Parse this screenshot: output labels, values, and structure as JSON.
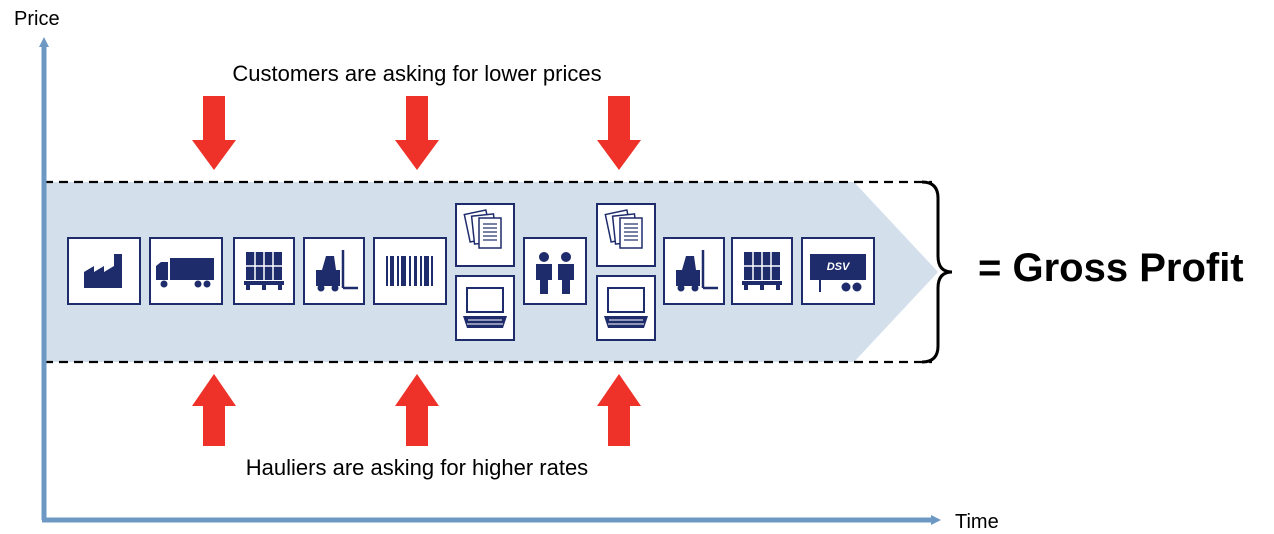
{
  "axes": {
    "y_label": "Price",
    "x_label": "Time",
    "color": "#6e98c4"
  },
  "captions": {
    "top": "Customers are asking for lower prices",
    "bottom": "Hauliers are asking for higher rates"
  },
  "result": {
    "label": "= Gross Profit"
  },
  "colors": {
    "band_fill": "#d3e0ec",
    "icon_stroke": "#1f2c6c",
    "arrow": "#ee3129",
    "dashed_line": "#000000"
  },
  "process_icons": [
    "factory-icon",
    "truck-icon",
    "pallet-icon",
    "forklift-icon",
    "barcode-icon",
    "documents-icon",
    "laptop-icon",
    "people-icon",
    "documents-icon",
    "laptop-icon",
    "forklift-icon",
    "pallet-icon",
    "dsv-trailer-icon"
  ],
  "brand_text": "DSV"
}
